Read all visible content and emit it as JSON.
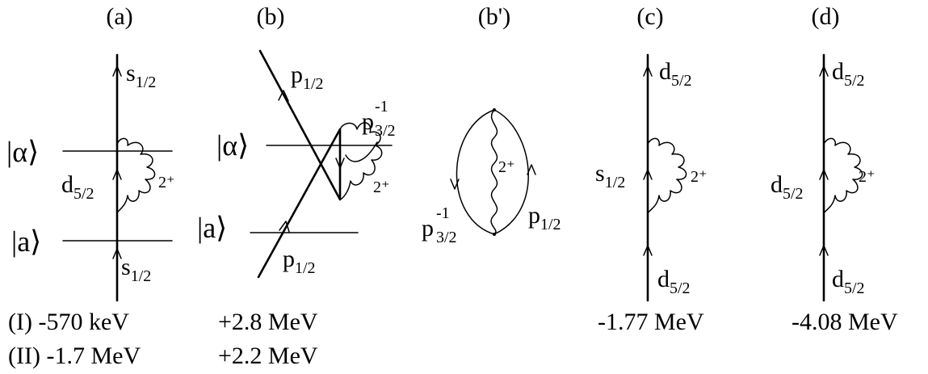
{
  "panels": [
    {
      "id": "a",
      "label": "(a)"
    },
    {
      "id": "b",
      "label": "(b)"
    },
    {
      "id": "bp",
      "label": "(b')"
    },
    {
      "id": "c",
      "label": "(c)"
    },
    {
      "id": "d",
      "label": "(d)"
    }
  ],
  "states": {
    "alpha": "|α⟩",
    "a": "|a⟩"
  },
  "orbitals": {
    "s": "s",
    "p": "p",
    "d": "d",
    "half": "1/2",
    "three_half": "3/2",
    "five_half": "5/2",
    "hole_exp": "-1"
  },
  "phonon": "2⁺",
  "values": {
    "a_I": "(I) -570 keV",
    "a_II": "(II) -1.7 MeV",
    "b_I": "+2.8 MeV",
    "b_II": "+2.2 MeV",
    "c": "-1.77 MeV",
    "d": "-4.08 MeV"
  }
}
